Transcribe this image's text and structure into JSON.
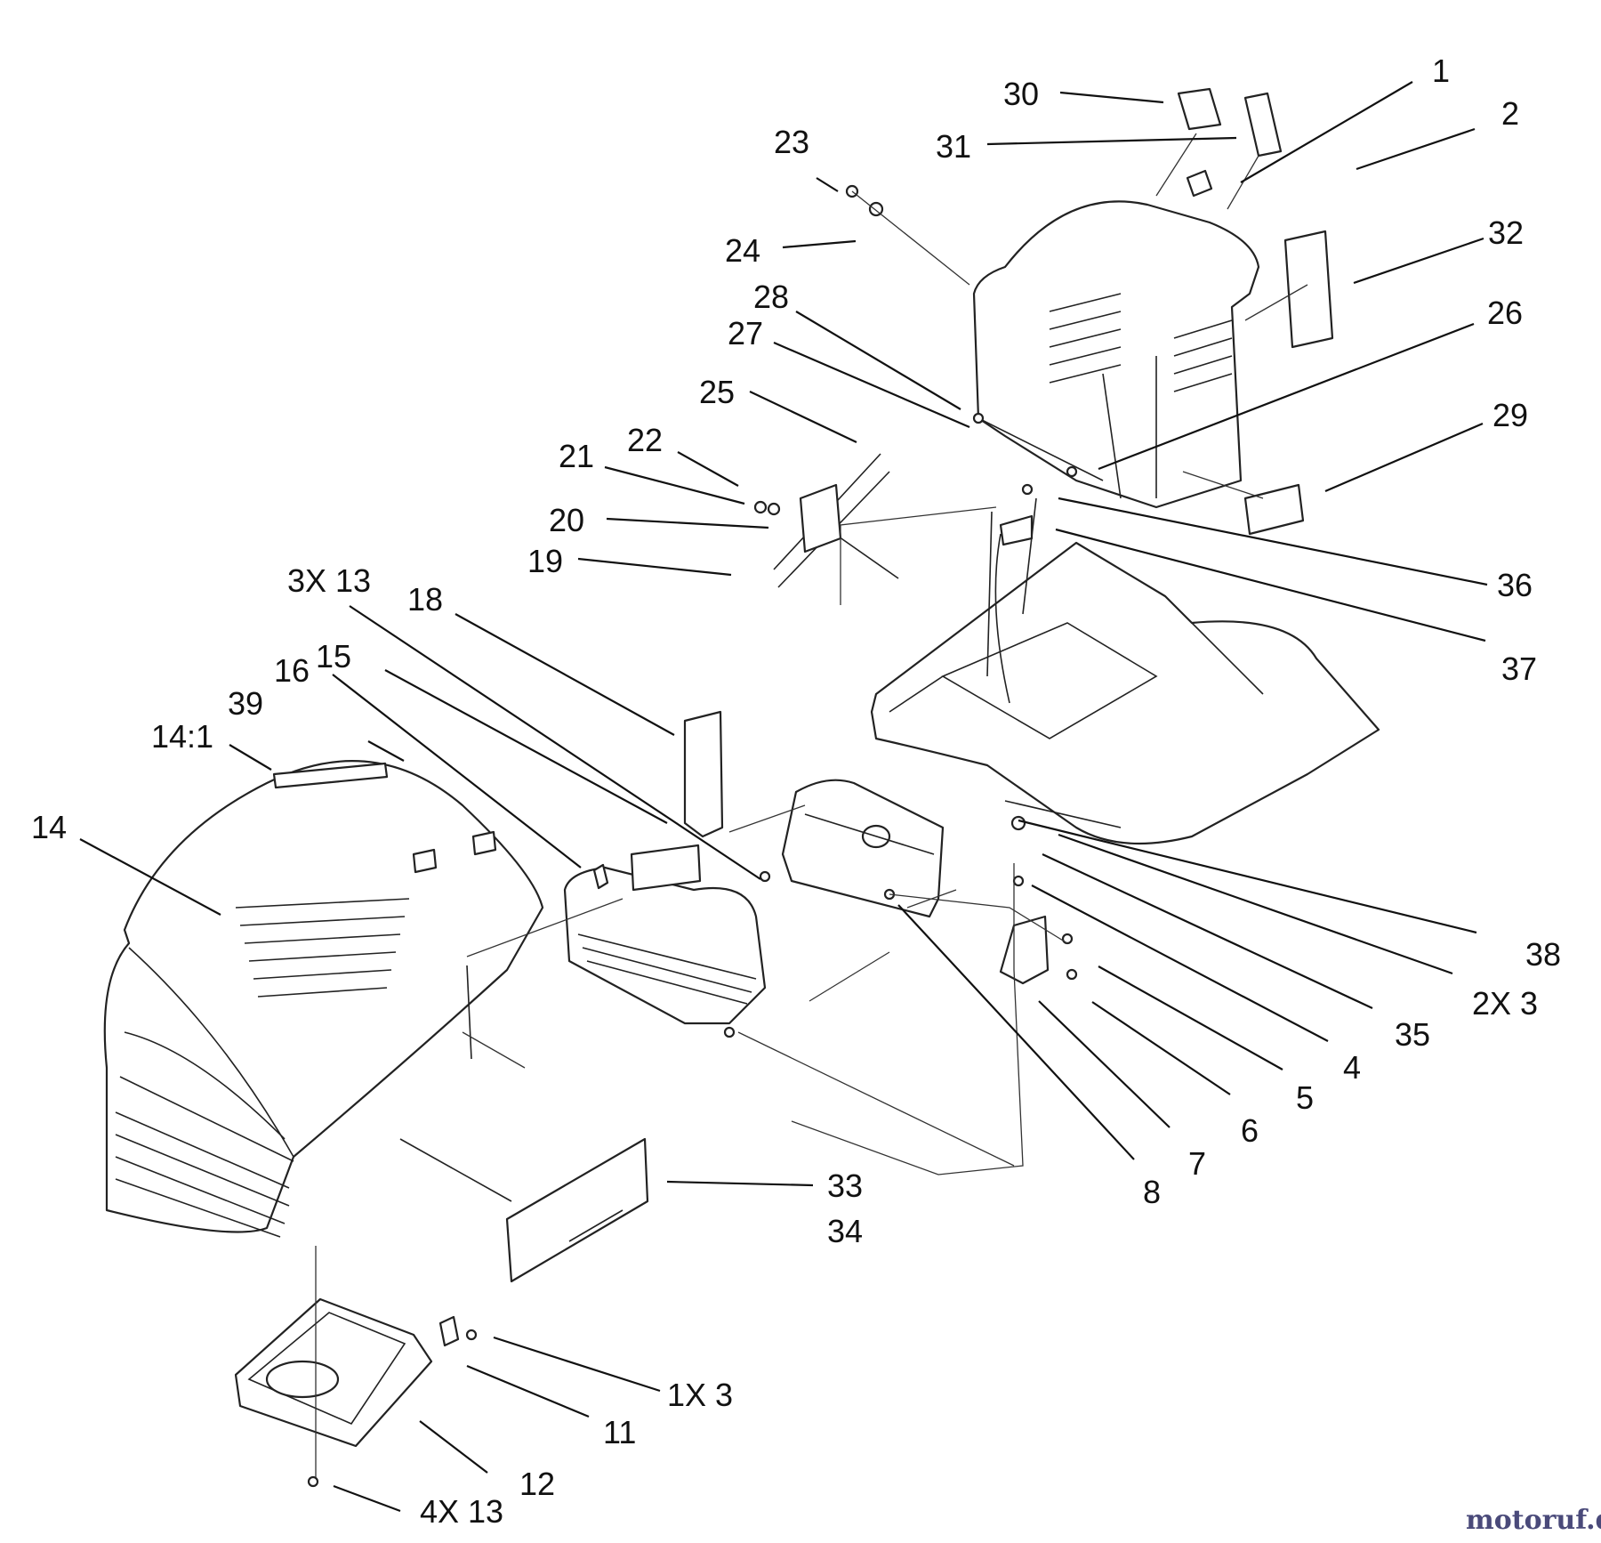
{
  "watermark": "motoruf.de",
  "callouts": [
    {
      "id": "c1",
      "text": "1"
    },
    {
      "id": "c2",
      "text": "2"
    },
    {
      "id": "c30",
      "text": "30"
    },
    {
      "id": "c31",
      "text": "31"
    },
    {
      "id": "c32",
      "text": "32"
    },
    {
      "id": "c26",
      "text": "26"
    },
    {
      "id": "c29",
      "text": "29"
    },
    {
      "id": "c36",
      "text": "36"
    },
    {
      "id": "c37",
      "text": "37"
    },
    {
      "id": "c23",
      "text": "23"
    },
    {
      "id": "c24",
      "text": "24"
    },
    {
      "id": "c28",
      "text": "28"
    },
    {
      "id": "c27",
      "text": "27"
    },
    {
      "id": "c25",
      "text": "25"
    },
    {
      "id": "c22",
      "text": "22"
    },
    {
      "id": "c21",
      "text": "21"
    },
    {
      "id": "c20",
      "text": "20"
    },
    {
      "id": "c19",
      "text": "19"
    },
    {
      "id": "c3x13",
      "text": "3X 13"
    },
    {
      "id": "c18",
      "text": "18"
    },
    {
      "id": "c16",
      "text": "16"
    },
    {
      "id": "c15",
      "text": "15"
    },
    {
      "id": "c39",
      "text": "39"
    },
    {
      "id": "c14_1",
      "text": "14:1"
    },
    {
      "id": "c14",
      "text": "14"
    },
    {
      "id": "c38",
      "text": "38"
    },
    {
      "id": "c2x3",
      "text": "2X 3"
    },
    {
      "id": "c35",
      "text": "35"
    },
    {
      "id": "c4",
      "text": "4"
    },
    {
      "id": "c5",
      "text": "5"
    },
    {
      "id": "c6",
      "text": "6"
    },
    {
      "id": "c7",
      "text": "7"
    },
    {
      "id": "c8",
      "text": "8"
    },
    {
      "id": "c33",
      "text": "33"
    },
    {
      "id": "c34",
      "text": "34"
    },
    {
      "id": "c1x3",
      "text": "1X 3"
    },
    {
      "id": "c11",
      "text": "11"
    },
    {
      "id": "c12",
      "text": "12"
    },
    {
      "id": "c4x13",
      "text": "4X 13"
    }
  ]
}
